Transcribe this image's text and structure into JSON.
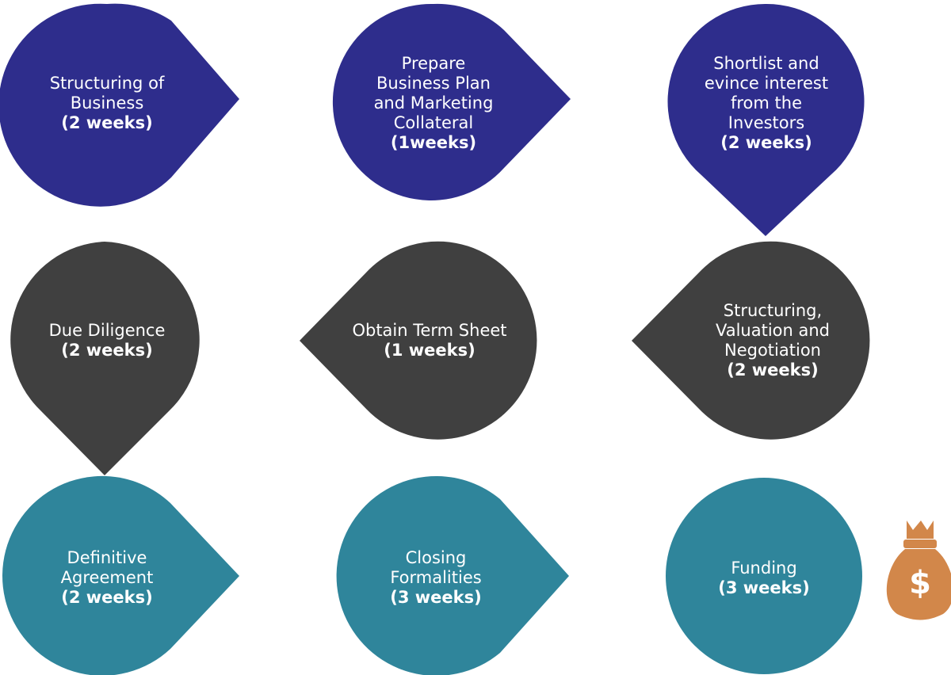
{
  "colors": {
    "row1": "#2e2d8c",
    "row2": "#404040",
    "row3": "#2f859b",
    "moneybag": "#d2874a",
    "text": "#ffffff"
  },
  "steps": [
    {
      "lines": [
        "Structuring of",
        "Business"
      ],
      "duration": "(2 weeks)",
      "pointer": "right"
    },
    {
      "lines": [
        "Prepare",
        "Business Plan",
        "and Marketing",
        "Collateral"
      ],
      "duration": "(1weeks)",
      "pointer": "right"
    },
    {
      "lines": [
        "Shortlist and",
        "evince interest",
        "from the",
        "Investors"
      ],
      "duration": "(2 weeks)",
      "pointer": "down"
    },
    {
      "lines": [
        "Structuring,",
        "Valuation and",
        "Negotiation"
      ],
      "duration": "(2 weeks)",
      "pointer": "left"
    },
    {
      "lines": [
        "Obtain Term Sheet"
      ],
      "duration": "(1 weeks)",
      "pointer": "left"
    },
    {
      "lines": [
        "Due Diligence"
      ],
      "duration": "(2 weeks)",
      "pointer": "down"
    },
    {
      "lines": [
        "Definitive",
        "Agreement"
      ],
      "duration": "(2 weeks)",
      "pointer": "right"
    },
    {
      "lines": [
        "Closing",
        "Formalities"
      ],
      "duration": "(3 weeks)",
      "pointer": "right"
    },
    {
      "lines": [
        "Funding"
      ],
      "duration": "(3 weeks)",
      "pointer": "none"
    }
  ],
  "icons": {
    "funding": "money-bag-icon",
    "currency_symbol": "$"
  }
}
